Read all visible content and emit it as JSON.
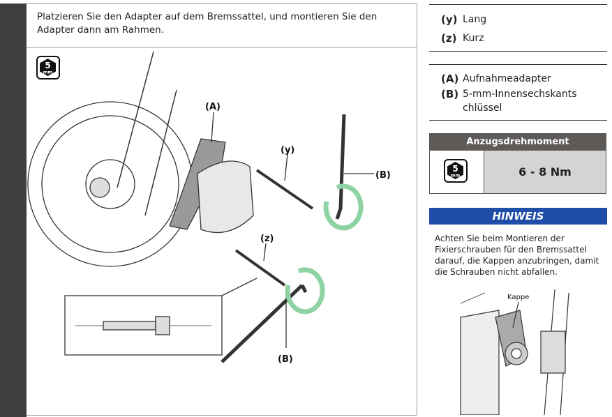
{
  "step": {
    "instruction": "Platzieren Sie den Adapter auf dem Bremssattel, und montieren Sie den Adapter dann am Rahmen."
  },
  "tool_badge": {
    "number": "5",
    "unit": "mm",
    "icon": "hex-key-5mm-icon"
  },
  "illustration": {
    "labels": {
      "A": "(A)",
      "y": "(y)",
      "z": "(z)",
      "B_top": "(B)",
      "B_bottom": "(B)"
    }
  },
  "legend_bolts": [
    {
      "key": "(y)",
      "text": "Lang"
    },
    {
      "key": "(z)",
      "text": "Kurz"
    }
  ],
  "legend_parts": [
    {
      "key": "(A)",
      "text": "Aufnahmeadapter"
    },
    {
      "key": "(B)",
      "text": "5-mm-Innensechskantschlüssel"
    }
  ],
  "torque": {
    "header": "Anzugsdrehmoment",
    "value": "6 - 8 Nm"
  },
  "hinweis": {
    "title": "HINWEIS",
    "text": "Achten Sie beim Montieren der Fixierschrauben für den Bremssattel darauf, die Kappen anzubringen, damit die Schrauben nicht abfallen.",
    "image_label": "Kappe"
  },
  "colors": {
    "sidebar": "#3f3f3f",
    "torque_header": "#5d5a58",
    "torque_value_bg": "#d4d4d4",
    "hinweis_bg": "#1f4ea8",
    "arrow_green": "#8fd3a5"
  }
}
